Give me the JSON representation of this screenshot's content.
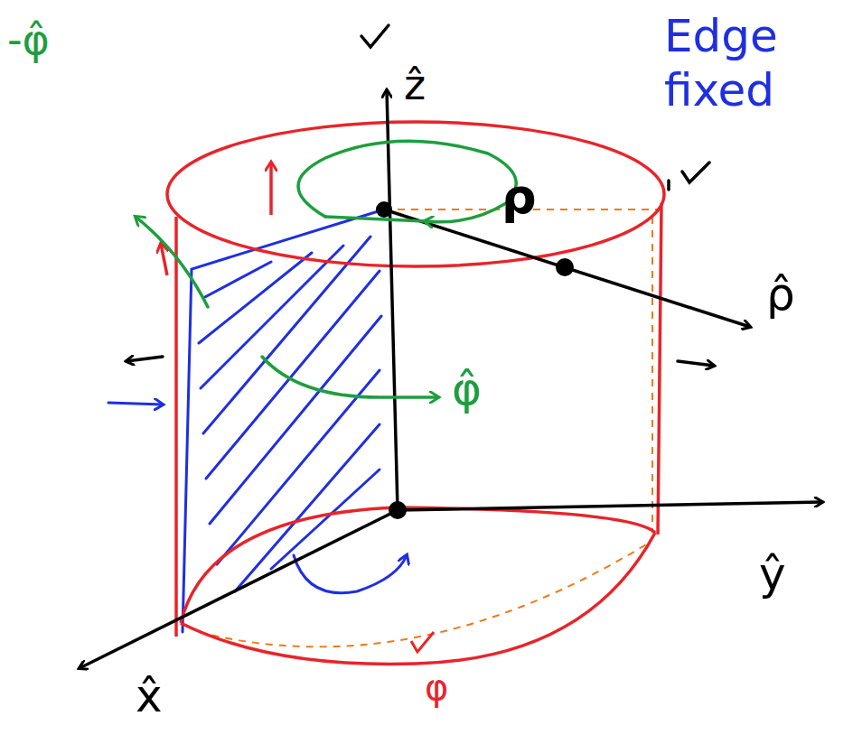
{
  "diagram": {
    "labels": [
      "Edge fixed",
      "ẑ",
      "-φ̂",
      "ρ",
      "ρ̂",
      "φ̂",
      "ŷ",
      "x̂",
      "φ"
    ]
  }
}
